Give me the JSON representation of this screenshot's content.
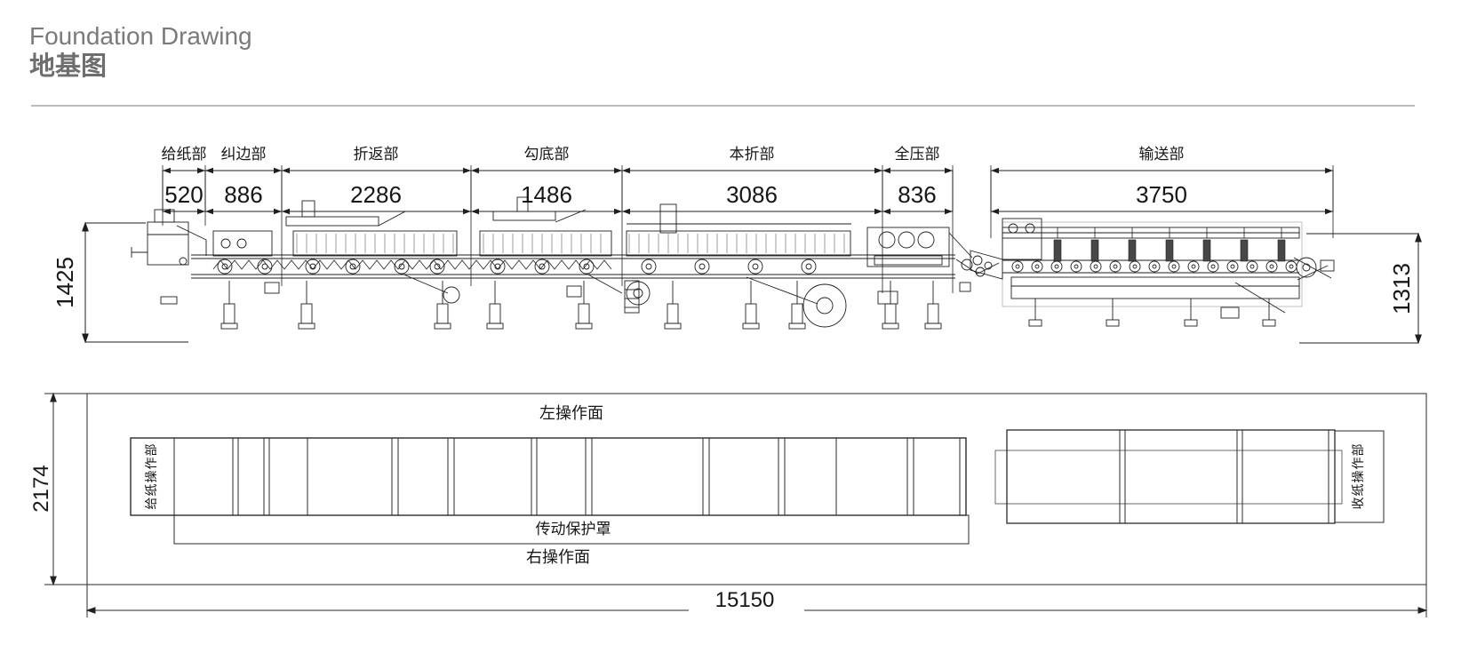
{
  "title": {
    "en": "Foundation Drawing",
    "zh": "地基图"
  },
  "top_view": {
    "sections": [
      {
        "label": "给纸部",
        "dim": "520"
      },
      {
        "label": "纠边部",
        "dim": "886"
      },
      {
        "label": "折返部",
        "dim": "2286"
      },
      {
        "label": "勾底部",
        "dim": "1486"
      },
      {
        "label": "本折部",
        "dim": "3086"
      },
      {
        "label": "全压部",
        "dim": "836"
      },
      {
        "label": "输送部",
        "dim": "3750"
      }
    ],
    "left_height_dim": "1425",
    "right_height_dim": "1313"
  },
  "plan_view": {
    "left_face_label": "左操作面",
    "drive_cover_label": "传动保护罩",
    "right_face_label": "右操作面",
    "feed_op_label": "给纸操作部",
    "delivery_op_label": "收纸操作部",
    "total_length_dim": "15150",
    "total_depth_dim": "2174"
  },
  "colors": {
    "line": "#1f1f1f",
    "title_text": "#7a7a7a",
    "rule": "#a5a5a5"
  }
}
